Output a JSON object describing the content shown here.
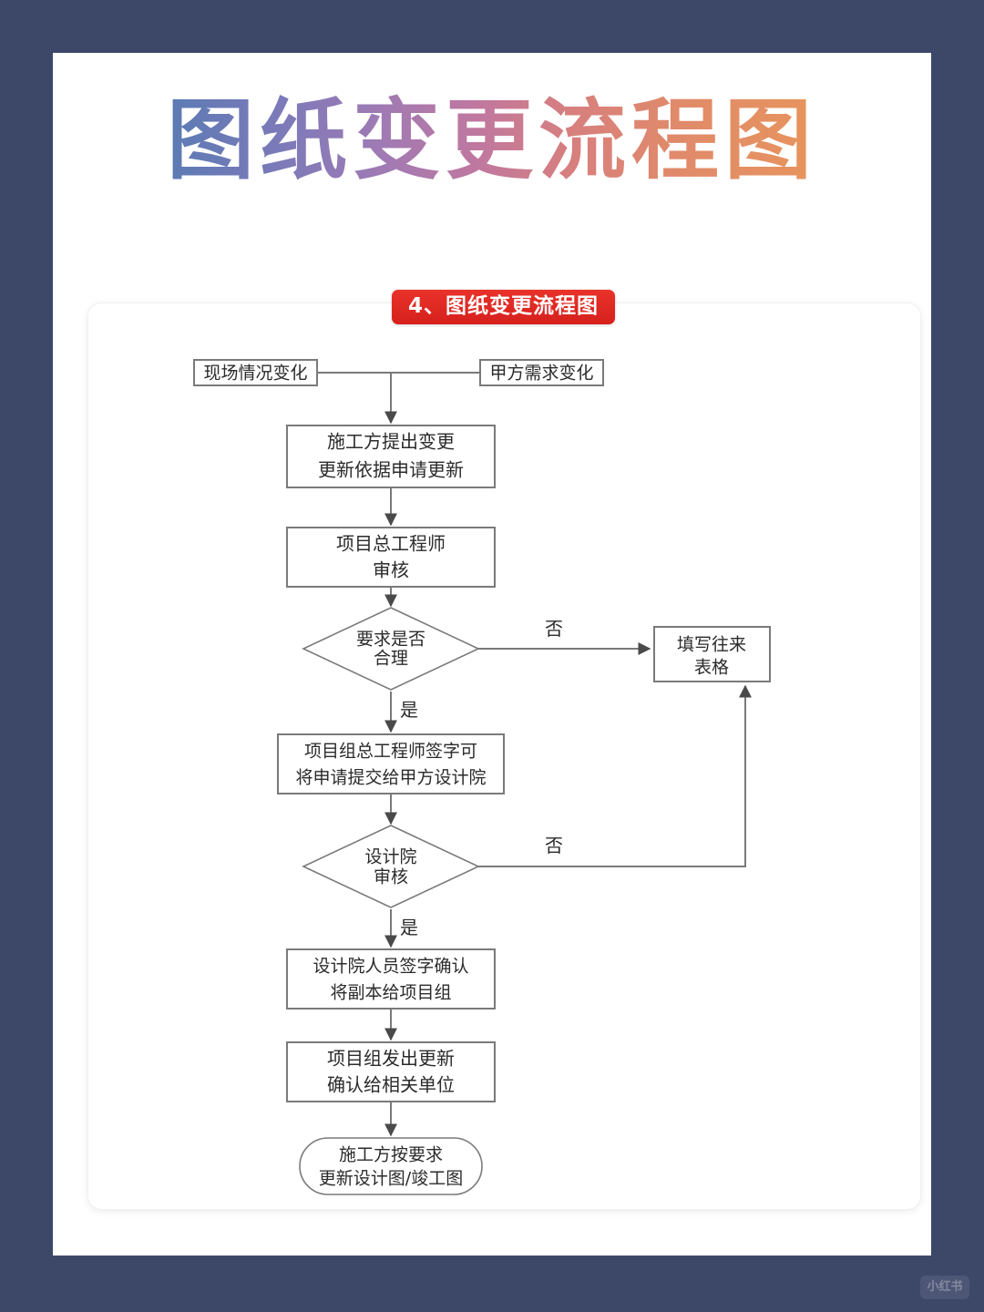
{
  "page": {
    "title": "图纸变更流程图",
    "frame_color": "#3d4768",
    "page_background": "#ffffff",
    "watermark": "小红书"
  },
  "chart_card": {
    "section_badge": "4、图纸变更流程图",
    "badge_color": "#d6201c"
  },
  "chart_data": {
    "type": "diagram",
    "title": "4、图纸变更流程图",
    "orientation": "top-to-bottom",
    "nodes": [
      {
        "id": "n1",
        "shape": "rect",
        "label": "现场情况变化"
      },
      {
        "id": "n2",
        "shape": "rect",
        "label": "甲方需求变化"
      },
      {
        "id": "n3",
        "shape": "rect",
        "line1": "施工方提出变更",
        "line2": "更新依据申请更新"
      },
      {
        "id": "n4",
        "shape": "rect",
        "line1": "项目总工程师",
        "line2": "审核"
      },
      {
        "id": "d1",
        "shape": "diamond",
        "line1": "要求是否",
        "line2": "合理"
      },
      {
        "id": "n5",
        "shape": "rect",
        "line1": "填写往来",
        "line2": "表格"
      },
      {
        "id": "n6",
        "shape": "rect",
        "line1": "项目组总工程师签字可",
        "line2": "将申请提交给甲方设计院"
      },
      {
        "id": "d2",
        "shape": "diamond",
        "line1": "设计院",
        "line2": "审核"
      },
      {
        "id": "n7",
        "shape": "rect",
        "line1": "设计院人员签字确认",
        "line2": "将副本给项目组"
      },
      {
        "id": "n8",
        "shape": "rect",
        "line1": "项目组发出更新",
        "line2": "确认给相关单位"
      },
      {
        "id": "n9",
        "shape": "stadium",
        "line1": "施工方按要求",
        "line2": "更新设计图/竣工图"
      }
    ],
    "edges": [
      {
        "from": "n1",
        "to": "n3",
        "label": ""
      },
      {
        "from": "n2",
        "to": "n3",
        "label": ""
      },
      {
        "from": "n3",
        "to": "n4",
        "label": ""
      },
      {
        "from": "n4",
        "to": "d1",
        "label": ""
      },
      {
        "from": "d1",
        "to": "n5",
        "label": "否"
      },
      {
        "from": "d1",
        "to": "n6",
        "label": "是"
      },
      {
        "from": "n6",
        "to": "d2",
        "label": ""
      },
      {
        "from": "d2",
        "to": "n5",
        "label": "否"
      },
      {
        "from": "d2",
        "to": "n7",
        "label": "是"
      },
      {
        "from": "n7",
        "to": "n8",
        "label": ""
      },
      {
        "from": "n8",
        "to": "n9",
        "label": ""
      }
    ],
    "edge_labels": {
      "no1": "否",
      "yes1": "是",
      "no2": "否",
      "yes2": "是"
    }
  }
}
